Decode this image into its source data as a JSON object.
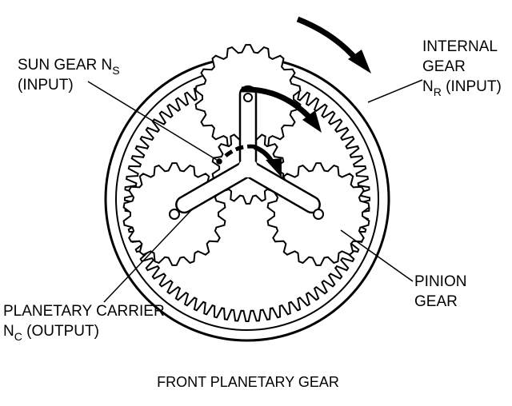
{
  "diagram": {
    "caption": "FRONT PLANETARY GEAR",
    "labels": {
      "sun_gear": {
        "line1": "SUN GEAR N",
        "line1_sub": "S",
        "line2": "(INPUT)"
      },
      "internal_gear": {
        "line1": "INTERNAL",
        "line2": "GEAR",
        "line3": "N",
        "line3_sub": "R",
        "line3_rest": " (INPUT)"
      },
      "pinion_gear": {
        "line1": "PINION",
        "line2": "GEAR"
      },
      "planetary_carrier": {
        "line1": "PLANETARY CARRIER",
        "line2": "N",
        "line2_sub": "C",
        "line2_rest": " (OUTPUT)"
      }
    }
  }
}
